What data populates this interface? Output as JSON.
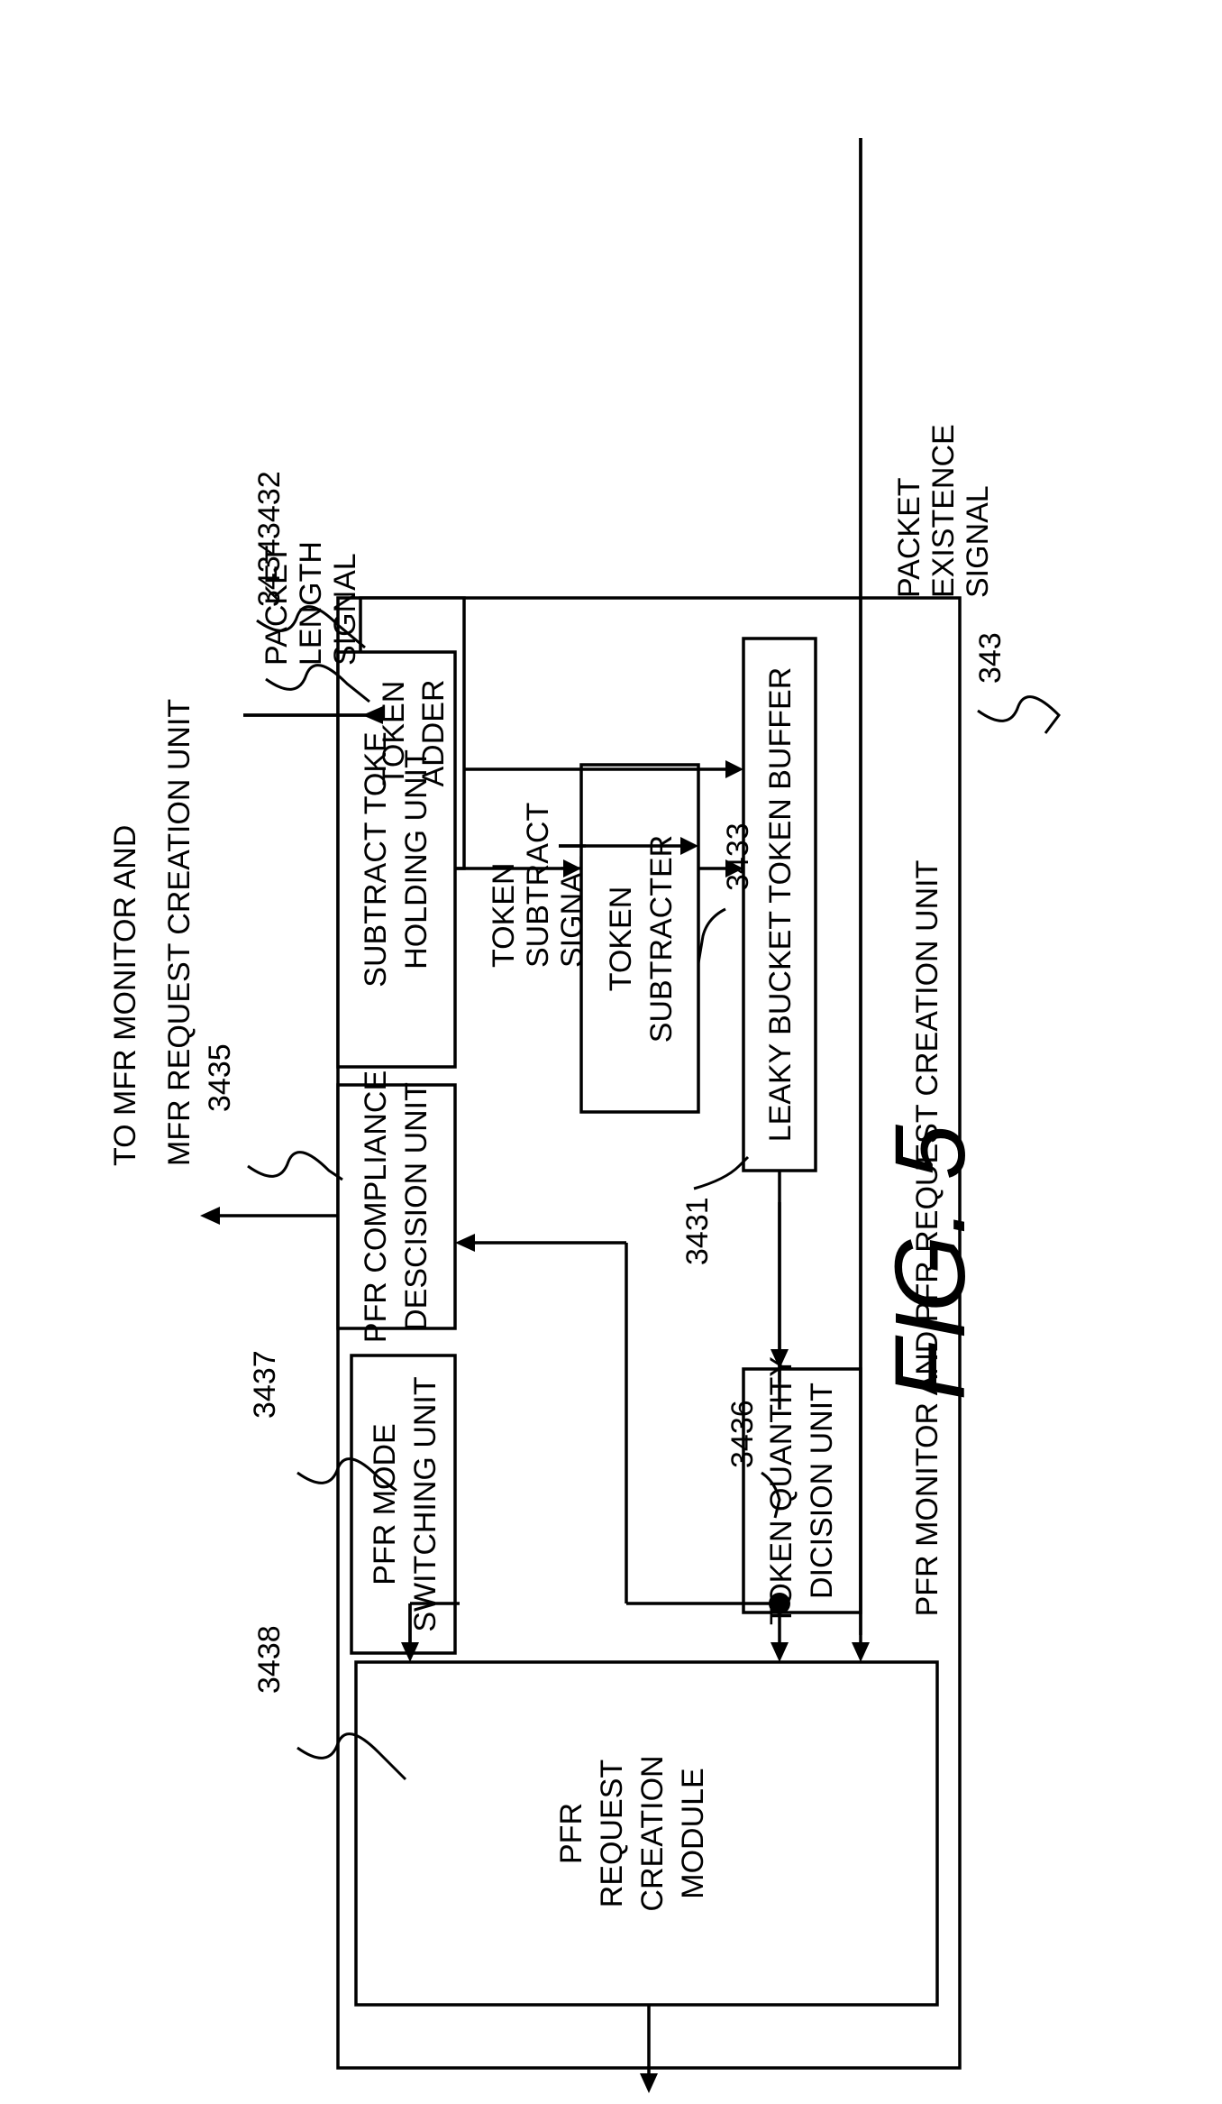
{
  "figure_label": "FIG. 5",
  "unit": {
    "ref": "343",
    "title": "PFR MONITOR AND PFR REQUEST CREATION UNIT"
  },
  "signals": {
    "packet_length": [
      "PACKET",
      "LENGTH",
      "SIGNAL"
    ],
    "packet_existence": [
      "PACKET",
      "EXISTENCE",
      "SIGNAL"
    ],
    "token_subtract": [
      "TOKEN",
      "SUBTRACT",
      "SIGNAL"
    ],
    "output_to_mfr": [
      "TO MFR MONITOR AND",
      "MFR REQUEST CREATION UNIT"
    ]
  },
  "blocks": {
    "token_adder": {
      "ref": "3432",
      "lines": [
        "TOKEN",
        "ADDER"
      ]
    },
    "leaky_bucket": {
      "ref": "3431",
      "lines": [
        "LEAKY BUCKET TOKEN BUFFER"
      ]
    },
    "token_subtracter": {
      "ref": "3433",
      "lines": [
        "TOKEN",
        "SUBTRACTER"
      ]
    },
    "subtract_token_holding": {
      "ref": "3434",
      "lines": [
        "SUBTRACT TOKE",
        "HOLDING UNIT"
      ]
    },
    "pfr_compliance": {
      "ref": "3435",
      "lines": [
        "PFR COMPLIANCE",
        "DESCISION UNIT"
      ]
    },
    "token_quantity": {
      "ref": "3436",
      "lines": [
        "TOKEN QUANTITY",
        "DICISION UNIT"
      ]
    },
    "pfr_mode_switching": {
      "ref": "3437",
      "lines": [
        "PFR MODE",
        "SWITCHING UNIT"
      ]
    },
    "pfr_request_module": {
      "ref": "3438",
      "lines": [
        "PFR",
        "REQUEST",
        "CREATION",
        "MODULE"
      ]
    }
  }
}
